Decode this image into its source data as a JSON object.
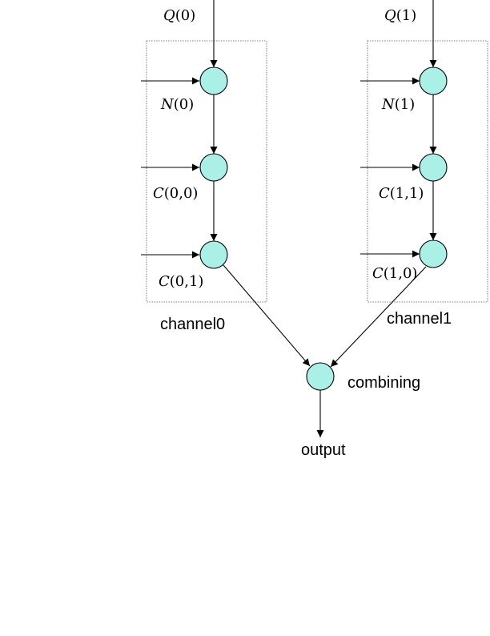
{
  "colors": {
    "node_fill": "#aaf0e6",
    "line": "#000000",
    "box_border": "#555555"
  },
  "channels": [
    {
      "caption": "channel0",
      "q_label": {
        "name": "Q",
        "args": "(0)"
      },
      "n_label": {
        "name": "N",
        "args": "(0)"
      },
      "c_labels": [
        {
          "name": "C",
          "args": "(0,0)"
        },
        {
          "name": "C",
          "args": "(0,1)"
        }
      ]
    },
    {
      "caption": "channel1",
      "q_label": {
        "name": "Q",
        "args": "(1)"
      },
      "n_label": {
        "name": "N",
        "args": "(1)"
      },
      "c_labels": [
        {
          "name": "C",
          "args": "(1,1)"
        },
        {
          "name": "C",
          "args": "(1,0)"
        }
      ]
    }
  ],
  "combining": {
    "label": "combining"
  },
  "output": {
    "label": "output"
  }
}
